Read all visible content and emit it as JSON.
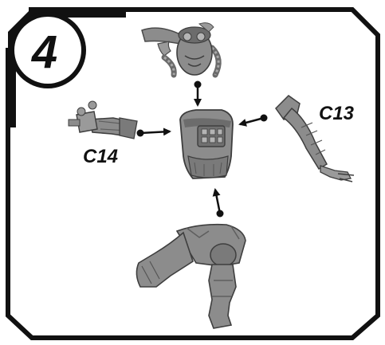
{
  "step": {
    "number": "4"
  },
  "labels": {
    "arm_right": "C13",
    "arm_left": "C14"
  },
  "colors": {
    "frame": "#111111",
    "part_fill": "#8c8c8c",
    "part_shade": "#5e5e5e",
    "part_light": "#b4b4b4",
    "badge_bg": "#111111"
  }
}
